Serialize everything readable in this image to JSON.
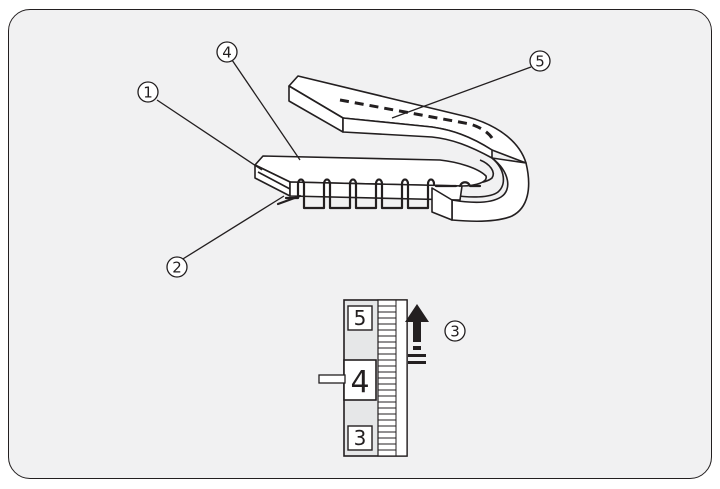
{
  "figure": {
    "callouts": [
      "1",
      "2",
      "3",
      "4",
      "5"
    ],
    "dial": {
      "numbers": [
        "5",
        "4",
        "3"
      ],
      "selected": "4",
      "direction": "up-arrow"
    },
    "colors": {
      "outline": "#231f20",
      "panel_background": "#f1f1f2",
      "fabric_fill": "#ffffff",
      "dial_panel": "#e6e7e8"
    }
  }
}
